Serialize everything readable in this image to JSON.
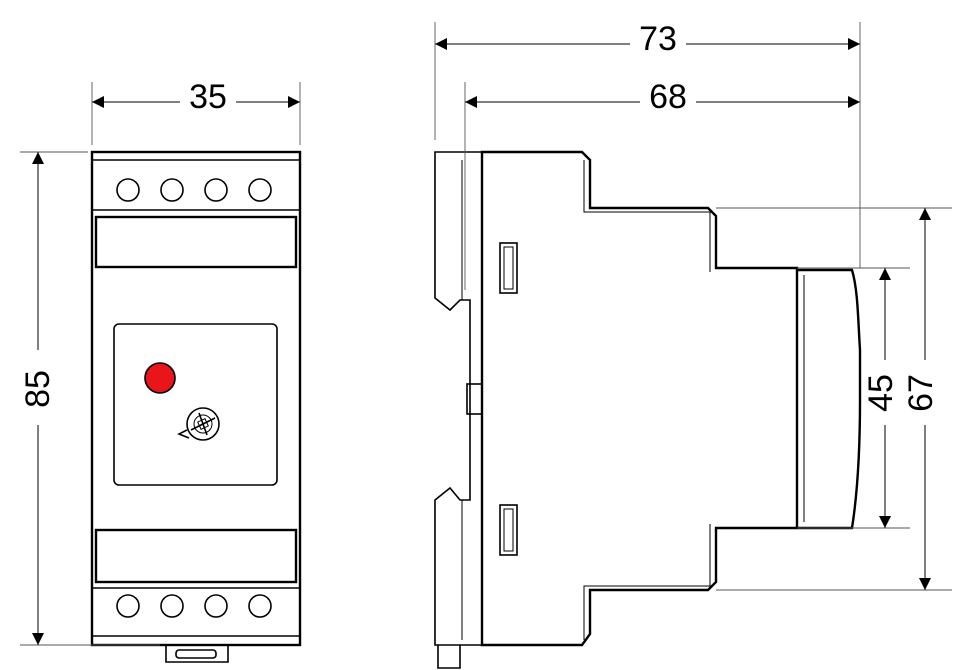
{
  "dimensions": {
    "front_width": "35",
    "front_height": "85",
    "side_overall_depth": "73",
    "side_body_depth": "68",
    "side_front_panel_height": "45",
    "side_middle_height": "67"
  },
  "colors": {
    "line": "#000000",
    "extension_line": "#555555",
    "led": "#e8151b",
    "background": "#ffffff"
  },
  "views": {
    "front": {
      "terminals_top": 4,
      "terminals_bottom": 4,
      "indicator": "red-led",
      "control": "potentiometer-icon"
    },
    "side": {
      "mount": "din-rail-clip"
    }
  }
}
